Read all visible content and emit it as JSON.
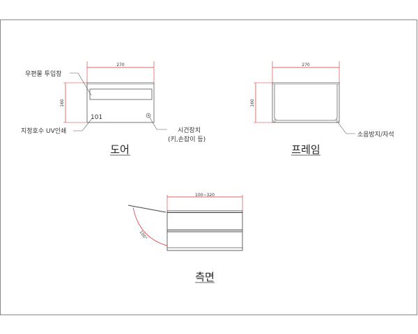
{
  "colors": {
    "dimension": "#d43030",
    "outline": "#555555",
    "text": "#333333"
  },
  "door": {
    "title": "도어",
    "width_dim": "270",
    "height_dim": "160",
    "room_number": "101",
    "callout_slot": "우편물 투입창",
    "callout_number": "지정호수 UV인쇄",
    "callout_lock_line1": "시건장치",
    "callout_lock_line2": "(키,손잡이 등)"
  },
  "frame": {
    "title": "프레임",
    "width_dim": "270",
    "height_dim": "160",
    "callout_magnet": "소음방지/자석"
  },
  "side": {
    "title": "측면",
    "depth_dim": "100~320",
    "angle_dim": "100°"
  }
}
